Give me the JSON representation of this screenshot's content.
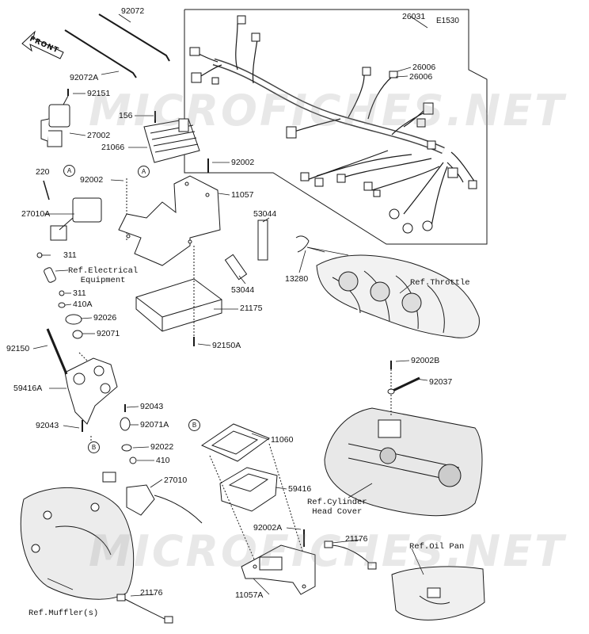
{
  "diagram_code": "E1530",
  "front_label": "FRONT",
  "watermark": "MICROFICHES.NET",
  "callout_A": "A",
  "callout_B": "B",
  "parts": {
    "p92072": "92072",
    "p92072A": "92072A",
    "p92151": "92151",
    "p27002": "27002",
    "p156": "156",
    "p21066": "21066",
    "p92002_top": "92002",
    "p92002_left": "92002",
    "p220": "220",
    "p27010A": "27010A",
    "p11057": "11057",
    "p53044_top": "53044",
    "p53044_bot": "53044",
    "p311_top": "311",
    "p311_bot": "311",
    "p410A": "410A",
    "p92026": "92026",
    "p21175": "21175",
    "p92071": "92071",
    "p92150": "92150",
    "p92150A": "92150A",
    "p59416A": "59416A",
    "p92043_right": "92043",
    "p92043_left": "92043",
    "p92071A": "92071A",
    "p92022": "92022",
    "p410": "410",
    "p27010": "27010",
    "p11060": "11060",
    "p59416": "59416",
    "p92002A": "92002A",
    "p11057A": "11057A",
    "p21176_left": "21176",
    "p21176_right": "21176",
    "p26031": "26031",
    "p26006_a": "26006",
    "p26006_b": "26006",
    "p13280": "13280",
    "p92002B": "92002B",
    "p92037": "92037"
  },
  "refs": {
    "electrical": "Ref.Electrical\nEquipment",
    "throttle": "Ref.Throttle",
    "cylinder_head": "Ref.Cylinder\nHead Cover",
    "oil_pan": "Ref.Oil Pan",
    "muffler": "Ref.Muffler(s)"
  }
}
